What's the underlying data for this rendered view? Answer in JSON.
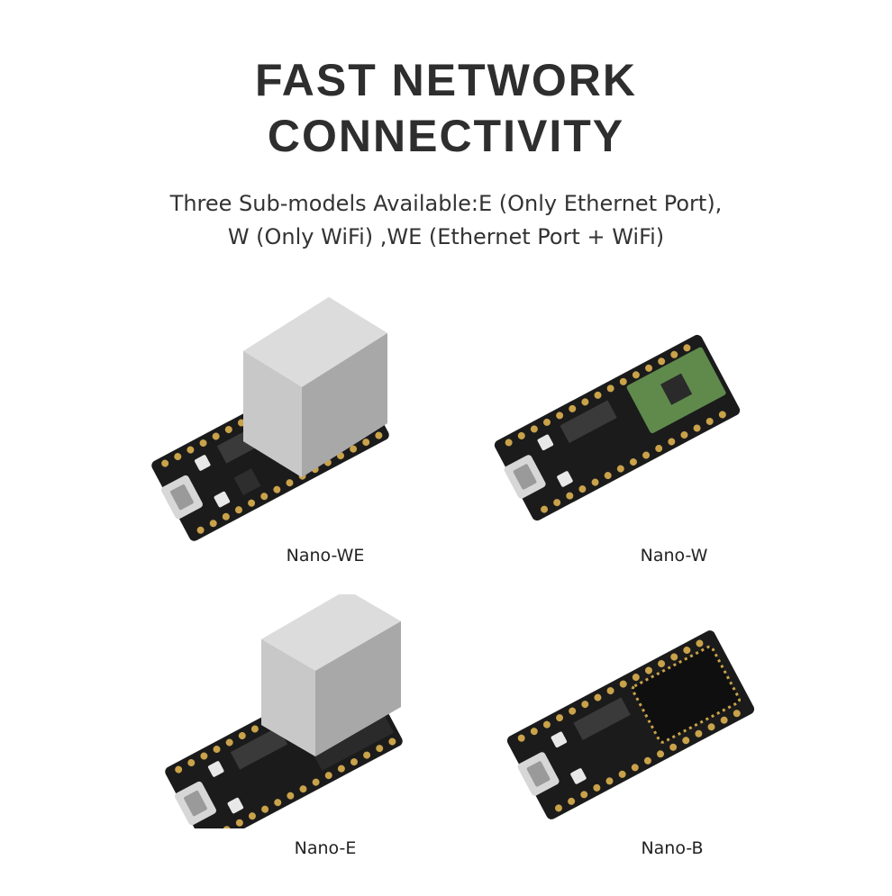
{
  "header": {
    "title_line1": "FAST NETWORK",
    "title_line2": "CONNECTIVITY",
    "subtitle_line1": "Three Sub-models Available:E (Only Ethernet Port),",
    "subtitle_line2": "W (Only WiFi) ,WE (Ethernet Port + WiFi)"
  },
  "products": [
    {
      "label": "Nano-WE"
    },
    {
      "label": "Nano-W"
    },
    {
      "label": "Nano-E"
    },
    {
      "label": "Nano-B"
    }
  ]
}
